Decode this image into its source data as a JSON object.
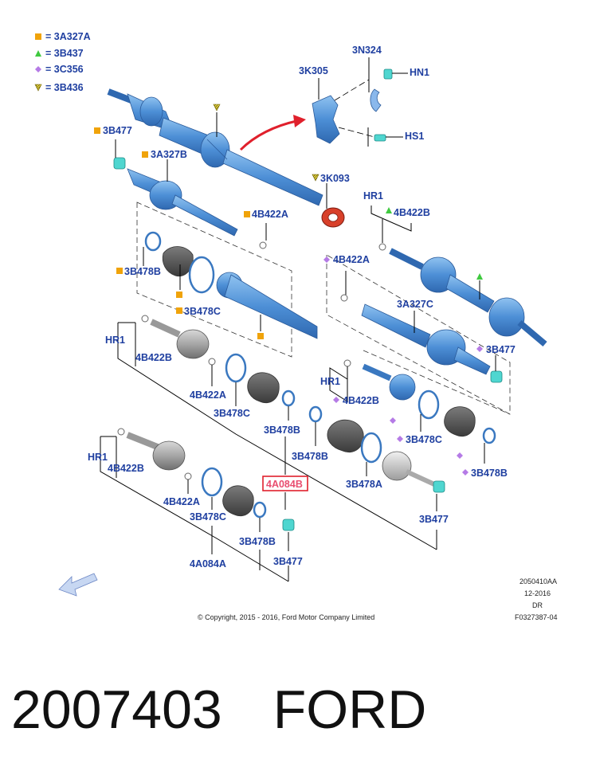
{
  "legend": [
    {
      "symbol": "square",
      "color": "#f0a30a",
      "text": "= 3A327A"
    },
    {
      "symbol": "triangle",
      "color": "#3fc93f",
      "text": "= 3B437"
    },
    {
      "symbol": "diamond",
      "color": "#b57be6",
      "text": "= 3C356"
    },
    {
      "symbol": "inverted-triangle-hatched",
      "color": "#c9b400",
      "text": "= 3B436"
    }
  ],
  "labels": {
    "p3K305": "3K305",
    "p3N324": "3N324",
    "pHN1": "HN1",
    "pHS1": "HS1",
    "p3B477_a": "3B477",
    "p3A327B": "3A327B",
    "p3K093": "3K093",
    "pHR1_a": "HR1",
    "p4B422B_a": "4B422B",
    "p4B422A_a": "4B422A",
    "p4B422A_b": "4B422A",
    "p3A327C": "3A327C",
    "p3B478B_a": "3B478B",
    "p3B478C_a": "3B478C",
    "p3B477_b": "3B477",
    "pHR1_b": "HR1",
    "p4B422B_b": "4B422B",
    "p4B422A_c": "4B422A",
    "p3B478C_b": "3B478C",
    "pHR1_c": "HR1",
    "p4B422B_c": "4B422B",
    "p3B478B_b": "3B478B",
    "p3B478B_c": "3B478B",
    "p3B478C_c": "3B478C",
    "p4A084B": "4A084B",
    "p3B478A": "3B478A",
    "p3B478B_d": "3B478B",
    "p3B477_c": "3B477",
    "pHR1_d": "HR1",
    "p4B422B_d": "4B422B",
    "p4B422A_d": "4B422A",
    "p3B478C_d": "3B478C",
    "p3B478B_e": "3B478B",
    "p4A084A": "4A084A",
    "p3B477_d": "3B477"
  },
  "meta": {
    "doc_id": "2050410AA",
    "date": "12-2016",
    "code": "DR",
    "figure": "F0327387-04",
    "copyright": "© Copyright, 2015 - 2016, Ford Motor Company Limited"
  },
  "caption": {
    "part_number": "2007403",
    "brand": "FORD"
  },
  "colors": {
    "label": "#1f3fa0",
    "shaft": "#5b9ee0",
    "shaft_dark": "#3a78c0",
    "highlight": "#e0202c",
    "cyan_part": "#4fd6d0",
    "red_part": "#d8402a",
    "gray_part": "#9a9a9a"
  },
  "icons": [
    "navigation-arrow-icon",
    "highlight-box"
  ]
}
